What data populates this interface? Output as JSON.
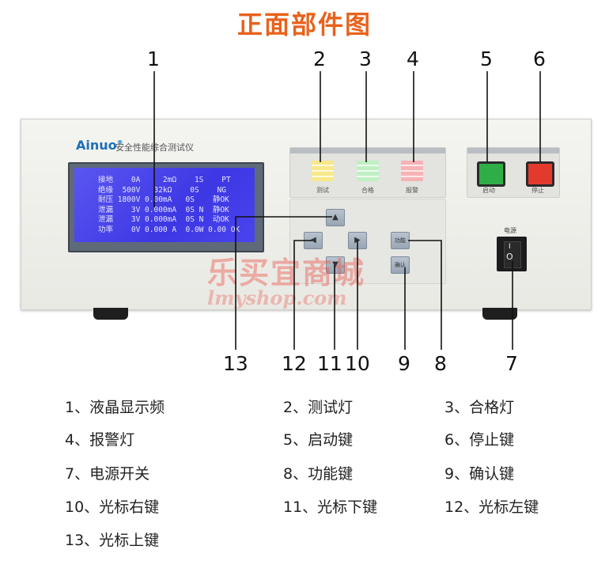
{
  "title": "正面部件图",
  "brand": {
    "name": "Ainuo",
    "registered": "®",
    "subtitle": "安全性能综合测试仪"
  },
  "lcd_rows": [
    "接地    0A     2mΩ    1S    PT",
    "绝缘  500V   32kΩ    0S    NG",
    "耐压 1800V 0.00mA   0S    静OK",
    "泄漏    3V 0.000mA  0S N  静OK",
    "泄漏    3V 0.000mA  0S N  动OK",
    "功率    0V 0.000 A  0.0W 0.00 OK"
  ],
  "leds": [
    {
      "label": "测试",
      "color": "#f7e98a"
    },
    {
      "label": "合格",
      "color": "#bff0c4"
    },
    {
      "label": "报警",
      "color": "#f6b3b6"
    }
  ],
  "buttons": [
    {
      "label": "启动",
      "color": "#2fae48"
    },
    {
      "label": "停止",
      "color": "#e23b2e"
    }
  ],
  "keys": {
    "func": "功能",
    "confirm": "确认"
  },
  "power_label": "电源",
  "watermark": {
    "cn": "乐买宜商城",
    "en": "lmyshop.com"
  },
  "callout_numbers": [
    "1",
    "2",
    "3",
    "4",
    "5",
    "6",
    "7",
    "8",
    "9",
    "10",
    "11",
    "12",
    "13"
  ],
  "legend": [
    "1、液晶显示频",
    "2、测试灯",
    "3、合格灯",
    "4、报警灯",
    "5、启动键",
    "6、停止键",
    "7、电源开关",
    "8、功能键",
    "9、确认键",
    "10、光标右键",
    "11、光标下键",
    "12、光标左键",
    "13、光标上键"
  ]
}
